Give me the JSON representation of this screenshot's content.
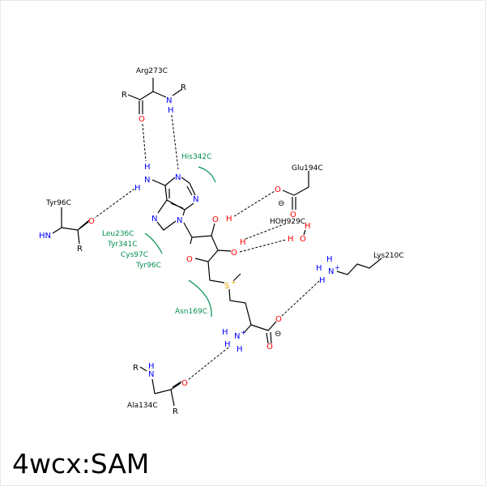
{
  "title": "4wcx:SAM",
  "residues": {
    "arg": "Arg273C",
    "his": "His342C",
    "glu": "Glu194C",
    "hoh": "HOH929C",
    "lys": "Lys210C",
    "tyr": "Tyr96C",
    "leu": "Leu236C",
    "tyr341": "Tyr341C",
    "cys": "Cys97C",
    "tyr96b": "Tyr96C",
    "asn": "Asn169C",
    "ala": "Ala134C"
  },
  "atoms": {
    "N": "N",
    "O": "O",
    "H": "H",
    "S": "S",
    "R": "R",
    "HN": "HN",
    "plus": "+",
    "minus": "⊖"
  },
  "colors": {
    "nitrogen": "#0000ff",
    "oxygen": "#ff0000",
    "sulfur": "#e6a000",
    "hydrophobic": "#009050"
  }
}
